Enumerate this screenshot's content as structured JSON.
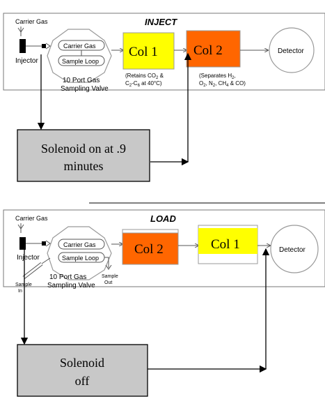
{
  "inject": {
    "title": "INJECT",
    "carrier_gas": "Carrier Gas",
    "injector": "Injector",
    "valve_carrier": "Carrier Gas",
    "valve_loop": "Sample Loop",
    "valve_label_1": "10 Port Gas",
    "valve_label_2": "Sampling Valve",
    "col1": "Col 1",
    "col2": "Col 2",
    "col1_note_1": "(Retains CO",
    "col1_note_1_sub": "2",
    "col1_note_1_end": " &",
    "col1_note_2a": "C",
    "col1_note_2a_sub": "2",
    "col1_note_2b": "-C",
    "col1_note_2b_sub": "6",
    "col1_note_2c": " at 40°C)",
    "col2_note_1": "(Separates H",
    "col2_note_1_sub": "2",
    "col2_note_1_end": ",",
    "col2_note_2": "O",
    "col2_note_2_sub1": "2",
    "col2_note_2b": ", N",
    "col2_note_2_sub2": "2",
    "col2_note_2c": ", CH",
    "col2_note_2_sub3": "4",
    "col2_note_2d": " & CO)",
    "detector": "Detector",
    "solenoid_1": "Solenoid on at .9",
    "solenoid_2": "minutes"
  },
  "load": {
    "title": "LOAD",
    "carrier_gas": "Carrier Gas",
    "injector": "Injector",
    "valve_carrier": "Carrier Gas",
    "valve_loop": "Sample Loop",
    "sample_in_1": "Sample",
    "sample_in_2": "In",
    "sample_out_1": "Sample",
    "sample_out_2": "Out",
    "valve_label_1": "10 Port Gas",
    "valve_label_2": "Sampling Valve",
    "col2": "Col 2",
    "col1": "Col 1",
    "detector": "Detector",
    "solenoid_1": "Solenoid",
    "solenoid_2": "off"
  },
  "colors": {
    "yellow": "#ffff00",
    "orange": "#ff6600",
    "gray": "#c8c8c8",
    "line": "#7f7f7f"
  }
}
